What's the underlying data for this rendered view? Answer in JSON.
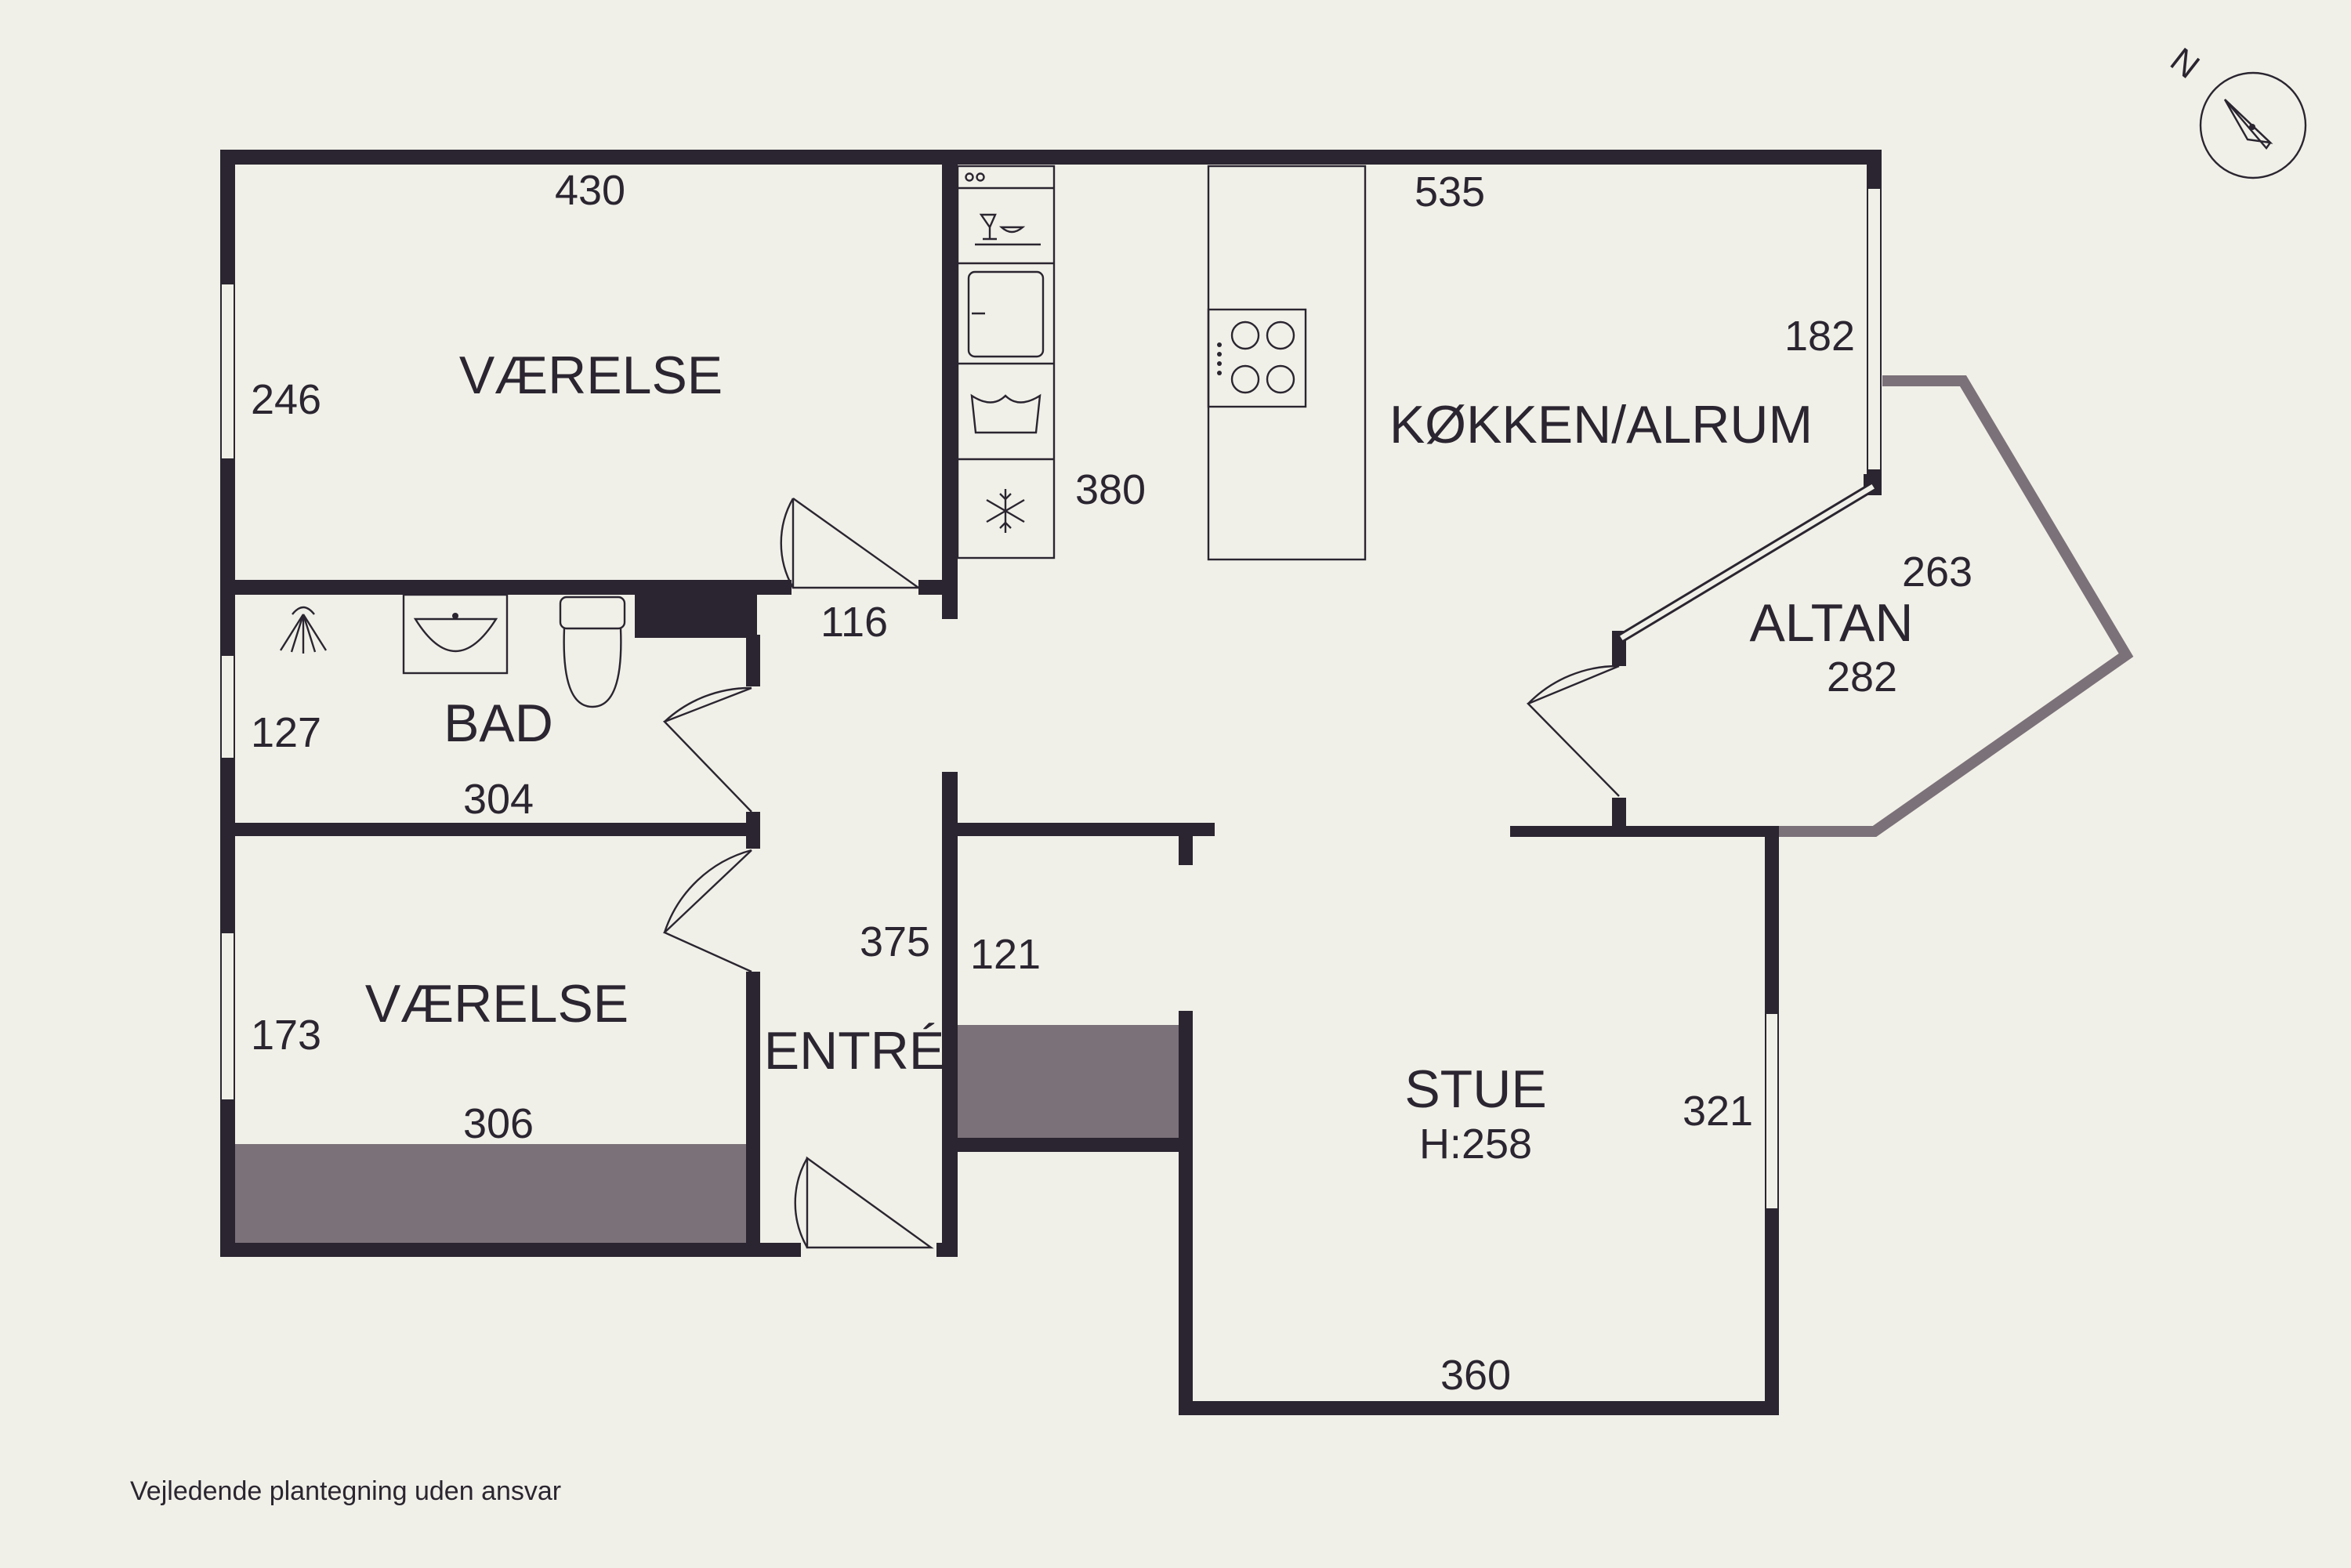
{
  "rooms": {
    "vaerelse_top": "VÆRELSE",
    "kokken": "KØKKEN/ALRUM",
    "altan": "ALTAN",
    "bad": "BAD",
    "vaerelse_bottom": "VÆRELSE",
    "entre": "ENTRÉ",
    "stue": "STUE",
    "stue_height": "H:258"
  },
  "dimensions": {
    "vaerelse_top_width": "430",
    "vaerelse_top_depth": "246",
    "kitchen_width": "535",
    "kitchen_depth": "182",
    "kitchen_length": "380",
    "door_width": "116",
    "altan_a": "263",
    "altan_b": "282",
    "bad_depth": "127",
    "bad_width": "304",
    "vaerelse_bottom_depth": "173",
    "vaerelse_bottom_width": "306",
    "entre_length": "375",
    "closet_width": "121",
    "stue_depth": "321",
    "stue_width": "360"
  },
  "compass": {
    "label": "N"
  },
  "disclaimer": "Vejledende plantegning uden ansvar",
  "colors": {
    "background": "#f1f0e8",
    "wall": "#2a2530",
    "closet": "#7b7179"
  }
}
